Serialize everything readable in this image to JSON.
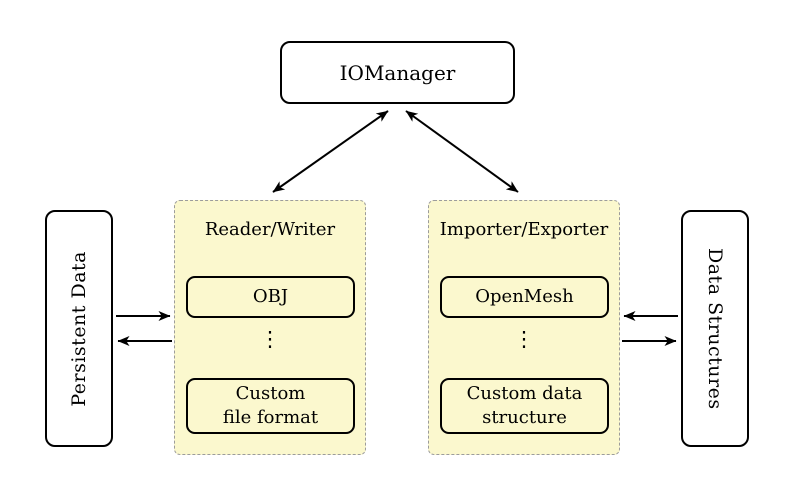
{
  "colors": {
    "background": "#ffffff",
    "panel_fill": "#fbf8ce",
    "panel_border": "#9c9c9c",
    "box_fill": "#ffffff",
    "stroke": "#000000"
  },
  "nodes": {
    "iomanager": {
      "label": "IOManager"
    },
    "persistent_data": {
      "label": "Persistent Data"
    },
    "data_structures": {
      "label": "Data Structures"
    },
    "reader_writer": {
      "title": "Reader/Writer",
      "items": [
        {
          "lines": [
            "OBJ"
          ]
        },
        {
          "lines": [
            "Custom",
            "file format"
          ]
        }
      ],
      "ellipsis": "⋮"
    },
    "importer_exporter": {
      "title": "Importer/Exporter",
      "items": [
        {
          "lines": [
            "OpenMesh"
          ]
        },
        {
          "lines": [
            "Custom data",
            "structure"
          ]
        }
      ],
      "ellipsis": "⋮"
    }
  },
  "edges": [
    {
      "from": "IOManager",
      "to": "Reader/Writer",
      "direction": "bidirectional"
    },
    {
      "from": "IOManager",
      "to": "Importer/Exporter",
      "direction": "bidirectional"
    },
    {
      "from": "Persistent Data",
      "to": "Reader/Writer",
      "direction": "forward"
    },
    {
      "from": "Reader/Writer",
      "to": "Persistent Data",
      "direction": "forward"
    },
    {
      "from": "Data Structures",
      "to": "Importer/Exporter",
      "direction": "forward"
    },
    {
      "from": "Importer/Exporter",
      "to": "Data Structures",
      "direction": "forward"
    }
  ]
}
